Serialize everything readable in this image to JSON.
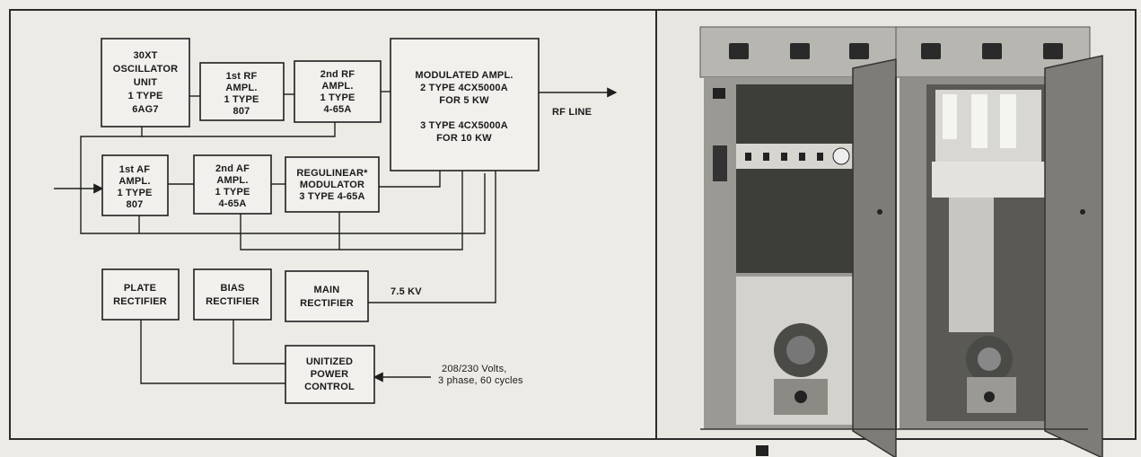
{
  "diagram": {
    "blocks": {
      "oscillator": [
        "30XT",
        "OSCILLATOR",
        "UNIT",
        "1 TYPE",
        "6AG7"
      ],
      "rf1": [
        "1st RF",
        "AMPL.",
        "1 TYPE",
        "807"
      ],
      "rf2": [
        "2nd RF",
        "AMPL.",
        "1 TYPE",
        "4-65A"
      ],
      "modamp": [
        "MODULATED AMPL.",
        "2 TYPE 4CX5000A",
        "FOR 5 KW",
        "",
        "3 TYPE 4CX5000A",
        "FOR 10 KW"
      ],
      "af1": [
        "1st AF",
        "AMPL.",
        "1 TYPE",
        "807"
      ],
      "af2": [
        "2nd AF",
        "AMPL.",
        "1 TYPE",
        "4-65A"
      ],
      "regulinear": [
        "REGULINEAR*",
        "MODULATOR",
        "3 TYPE 4-65A"
      ],
      "plate": [
        "PLATE",
        "RECTIFIER"
      ],
      "bias": [
        "BIAS",
        "RECTIFIER"
      ],
      "main": [
        "MAIN",
        "RECTIFIER"
      ],
      "power": [
        "UNITIZED",
        "POWER",
        "CONTROL"
      ]
    },
    "labels": {
      "rf_line": "RF LINE",
      "kv": "7.5 KV",
      "supply_line1": "208/230 Volts,",
      "supply_line2": "3 phase, 60 cycles"
    }
  },
  "photo": {
    "subject": "transmitter-cabinet-photo"
  }
}
